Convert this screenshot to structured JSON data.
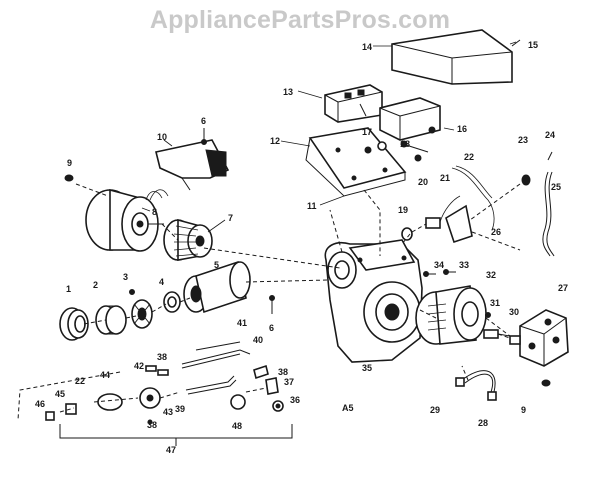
{
  "watermark": "AppliancePartsPros.com",
  "diagram_code": "A5",
  "labels": {
    "p1": "1",
    "p2": "2",
    "p3": "3",
    "p4": "4",
    "p5": "5",
    "p6a": "6",
    "p6b": "6",
    "p7": "7",
    "p8": "8",
    "p9a": "9",
    "p9b": "9",
    "p10": "10",
    "p11": "11",
    "p12": "12",
    "p13": "13",
    "p14": "14",
    "p15": "15",
    "p16": "16",
    "p17": "17",
    "p18": "18",
    "p19": "19",
    "p20": "20",
    "p21": "21",
    "p22a": "22",
    "p22b": "22",
    "p23": "23",
    "p24": "24",
    "p25": "25",
    "p26": "26",
    "p27": "27",
    "p28": "28",
    "p29": "29",
    "p30": "30",
    "p31": "31",
    "p32": "32",
    "p33": "33",
    "p34": "34",
    "p35": "35",
    "p36": "36",
    "p37": "37",
    "p38a": "38",
    "p38b": "38",
    "p38c": "38",
    "p39": "39",
    "p40": "40",
    "p41": "41",
    "p42": "42",
    "p43": "43",
    "p44": "44",
    "p45": "45",
    "p46": "46",
    "p47": "47",
    "p48": "48"
  }
}
